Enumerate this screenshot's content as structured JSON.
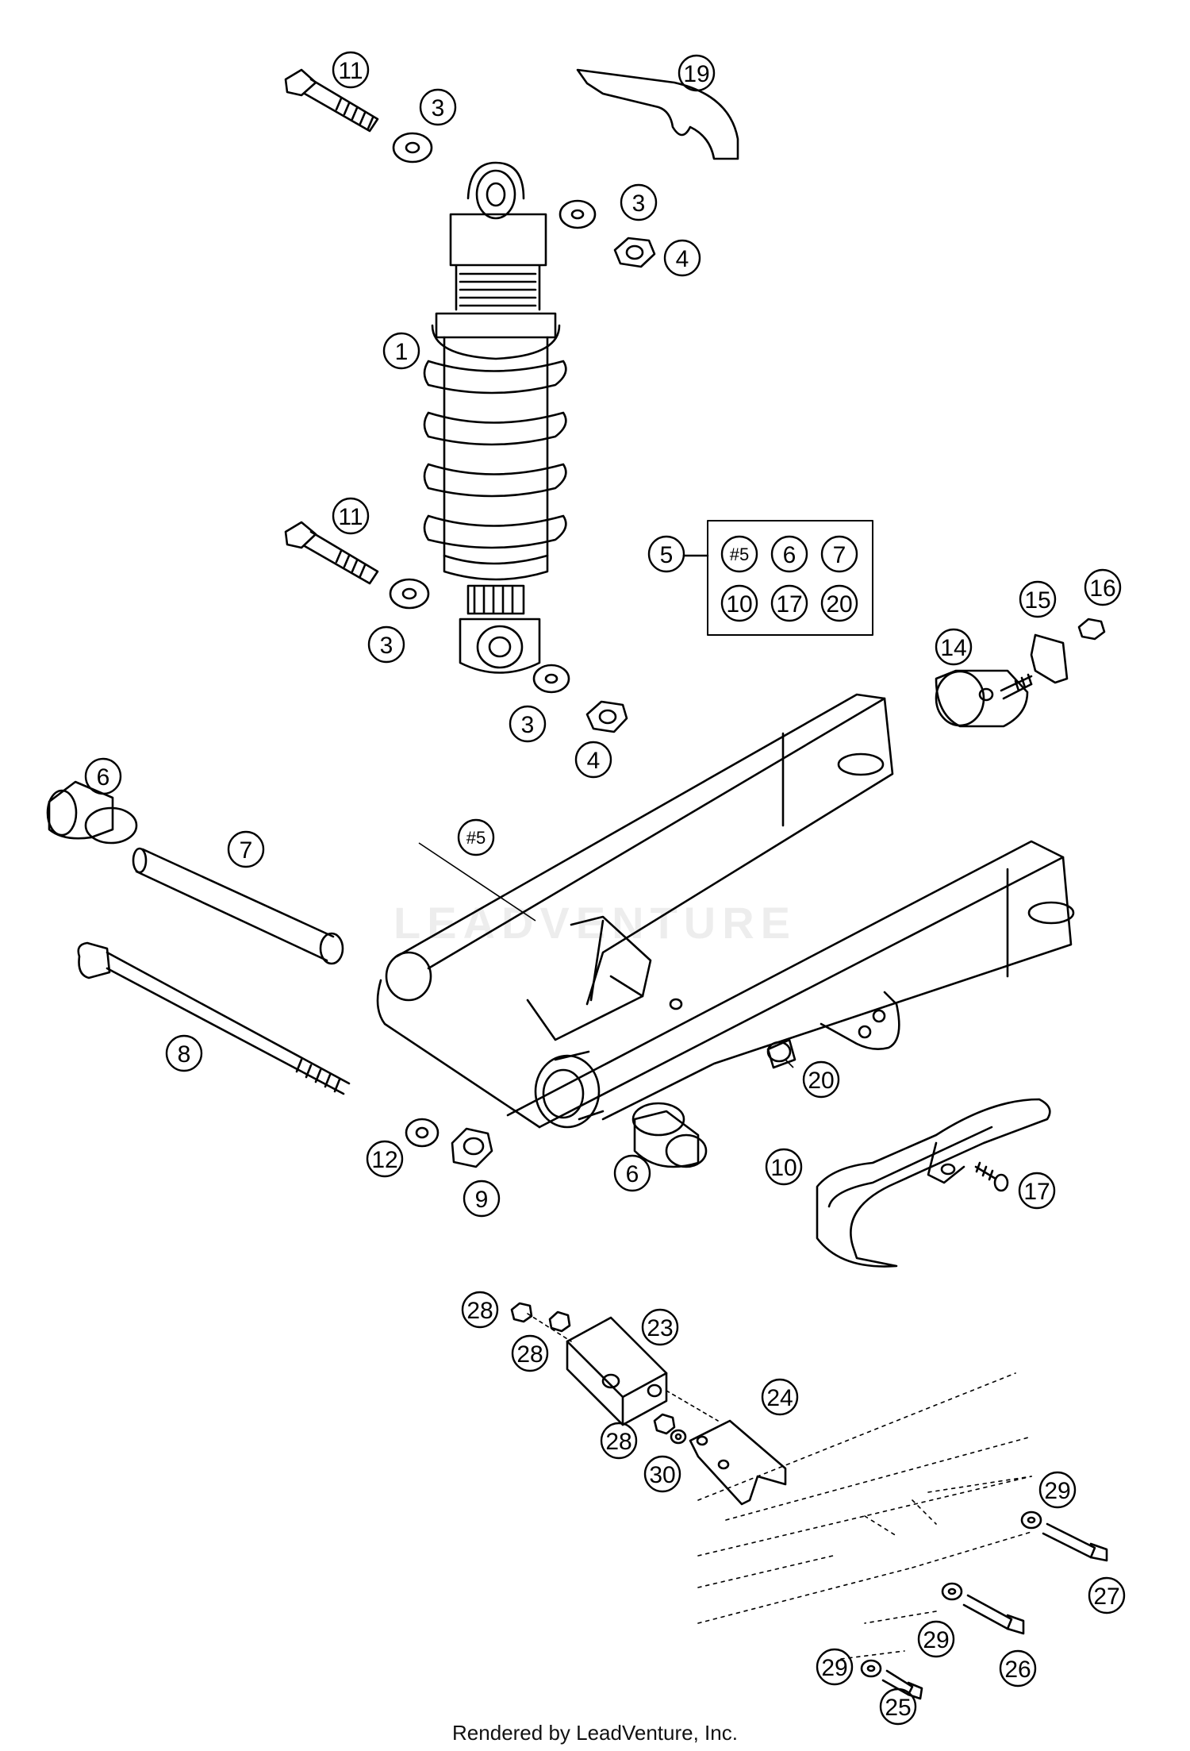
{
  "callouts": {
    "c11a": "11",
    "c3a": "3",
    "c19": "19",
    "c3b": "3",
    "c4a": "4",
    "c1": "1",
    "c11b": "11",
    "c3c": "3",
    "c3d": "3",
    "c4b": "4",
    "c5": "5",
    "kit_a": "#5",
    "kit_b": "6",
    "kit_c": "7",
    "kit_d": "10",
    "kit_e": "17",
    "kit_f": "20",
    "c14": "14",
    "c15": "15",
    "c16": "16",
    "c6a": "6",
    "c7": "7",
    "c5ref": "#5",
    "c8": "8",
    "c20": "20",
    "c12": "12",
    "c9": "9",
    "c6b": "6",
    "c10": "10",
    "c17": "17",
    "c28a": "28",
    "c28b": "28",
    "c23": "23",
    "c24": "24",
    "c28c": "28",
    "c30": "30",
    "c29a": "29",
    "c27": "27",
    "c29b": "29",
    "c26": "26",
    "c29c": "29",
    "c25": "25"
  },
  "watermark": "LEADVENTURE",
  "footer": "Rendered by LeadVenture, Inc."
}
